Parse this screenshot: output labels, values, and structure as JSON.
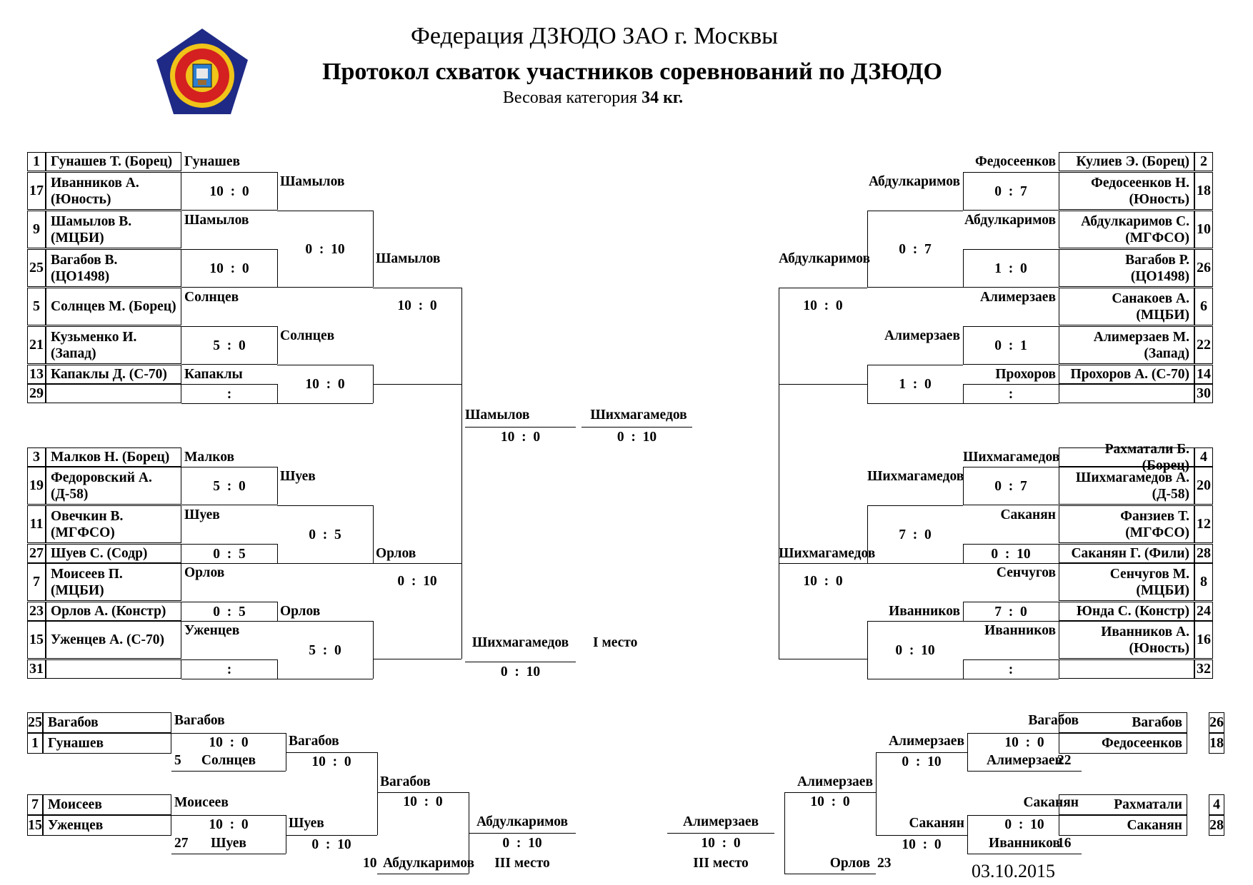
{
  "header": {
    "federation": "Федерация ДЗЮДО ЗАО г. Москвы",
    "title": "Протокол схваток участников соревнований по ДЗЮДО",
    "weight_prefix": "Весовая категория ",
    "weight_value": "34 кг."
  },
  "date": "03.10.2015",
  "left_pool_a": {
    "participants": [
      {
        "num": "1",
        "name": "Гунашев Т. (Борец)"
      },
      {
        "num": "17",
        "name": "Иванников А. (Юность)"
      },
      {
        "num": "9",
        "name": "Шамылов В. (МЦБИ)"
      },
      {
        "num": "25",
        "name": "Вагабов В. (ЦО1498)"
      },
      {
        "num": "5",
        "name": "Солнцев М. (Борец)"
      },
      {
        "num": "21",
        "name": "Кузьменко И. (Запад)"
      },
      {
        "num": "13",
        "name": "Капаклы Д. (С-70)"
      },
      {
        "num": "29",
        "name": ""
      }
    ],
    "r1": [
      {
        "winner": "Гунашев",
        "score": "10  :  0"
      },
      {
        "winner": "Шамылов",
        "score": "10  :  0"
      },
      {
        "winner": "Солнцев",
        "score": "5  :  0"
      },
      {
        "winner": "Капаклы",
        "score": ":"
      }
    ],
    "r2": [
      {
        "winner": "Шамылов",
        "score": "0  :  10"
      },
      {
        "winner": "Солнцев",
        "score": "10  :  0"
      }
    ],
    "r3": {
      "winner": "Шамылов",
      "score": "10  :  0"
    }
  },
  "left_pool_b": {
    "participants": [
      {
        "num": "3",
        "name": "Малков Н. (Борец)"
      },
      {
        "num": "19",
        "name": "Федоровский А. (Д-58)"
      },
      {
        "num": "11",
        "name": "Овечкин В. (МГФСО)"
      },
      {
        "num": "27",
        "name": "Шуев С. (Содр)"
      },
      {
        "num": "7",
        "name": "Моисеев П. (МЦБИ)"
      },
      {
        "num": "23",
        "name": "Орлов А. (Констр)"
      },
      {
        "num": "15",
        "name": "Уженцев А. (С-70)"
      },
      {
        "num": "31",
        "name": ""
      }
    ],
    "r1": [
      {
        "winner": "Малков",
        "score": "5  :  0"
      },
      {
        "winner": "Шуев",
        "score": "0  :  5"
      },
      {
        "winner": "Орлов",
        "score": "0  :  5"
      },
      {
        "winner": "Уженцев",
        "score": ":"
      }
    ],
    "r2": [
      {
        "winner": "Шуев",
        "score": "0  :  5"
      },
      {
        "winner": "Орлов",
        "score": "5  :  0"
      }
    ],
    "r3": {
      "winner": "Орлов",
      "score": "0  :  10"
    }
  },
  "right_pool_a": {
    "participants": [
      {
        "num": "2",
        "name": "Кулиев Э. (Борец)"
      },
      {
        "num": "18",
        "name": "Федосеенков Н. (Юность)"
      },
      {
        "num": "10",
        "name": "Абдулкаримов С. (МГФСО)"
      },
      {
        "num": "26",
        "name": "Вагабов Р. (ЦО1498)"
      },
      {
        "num": "6",
        "name": "Санакоев А. (МЦБИ)"
      },
      {
        "num": "22",
        "name": "Алимерзаев М. (Запад)"
      },
      {
        "num": "14",
        "name": "Прохоров А. (С-70)"
      },
      {
        "num": "30",
        "name": ""
      }
    ],
    "r1": [
      {
        "winner": "Федосеенков",
        "score": "0  :  7"
      },
      {
        "winner": "Абдулкаримов",
        "score": "1  :  0"
      },
      {
        "winner": "Алимерзаев",
        "score": "0  :  1"
      },
      {
        "winner": "Прохоров",
        "score": ":"
      }
    ],
    "r2": [
      {
        "winner": "Абдулкаримов",
        "score": "0  :  7"
      },
      {
        "winner": "Алимерзаев",
        "score": "1  :  0"
      }
    ],
    "r3": {
      "winner": "Абдулкаримов",
      "score": "10  :  0"
    }
  },
  "right_pool_b": {
    "participants": [
      {
        "num": "4",
        "name": "Рахматали Б. (Борец)"
      },
      {
        "num": "20",
        "name": "Шихмагамедов А. (Д-58)"
      },
      {
        "num": "12",
        "name": "Фанзиев Т. (МГФСО)"
      },
      {
        "num": "28",
        "name": "Саканян Г. (Фили)"
      },
      {
        "num": "8",
        "name": "Сенчугов М. (МЦБИ)"
      },
      {
        "num": "24",
        "name": "Юнда С. (Констр)"
      },
      {
        "num": "16",
        "name": "Иванников А. (Юность)"
      },
      {
        "num": "32",
        "name": ""
      }
    ],
    "r1": [
      {
        "winner": "Шихмагамедов",
        "score": "0  :  7"
      },
      {
        "winner": "Саканян",
        "score": "0  :  10"
      },
      {
        "winner": "Сенчугов",
        "score": "7  :  0"
      },
      {
        "winner": "Иванников",
        "score": ":"
      }
    ],
    "r2": [
      {
        "winner": "Шихмагамедов",
        "score": "7  :  0"
      },
      {
        "winner": "Иванников",
        "score": "0  :  10"
      }
    ],
    "r3": {
      "winner": "Шихмагамедов",
      "score": "10  :  0"
    }
  },
  "semifinal": {
    "left": {
      "winner": "Шамылов",
      "score": "10  :  0"
    },
    "right": {
      "winner": "Шихмагамедов",
      "score": "0  :  10"
    }
  },
  "final": {
    "winner": "Шихмагамедов",
    "score": "0  :  10",
    "place": "I место"
  },
  "repechage_left": {
    "a1": {
      "num": "25",
      "name": "Вагабов"
    },
    "a2": {
      "num": "1",
      "name": "Гунашев"
    },
    "a_win": "Вагабов",
    "a_score": "10  :  0",
    "a_opp": {
      "num": "5",
      "name": "Солнцев"
    },
    "a_win2": "Вагабов",
    "a_score2": "10  :  0",
    "b1": {
      "num": "7",
      "name": "Моисеев"
    },
    "b2": {
      "num": "15",
      "name": "Уженцев"
    },
    "b_win": "Моисеев",
    "b_score": "10  :  0",
    "b_opp": {
      "num": "27",
      "name": "Шуев"
    },
    "b_win2": "Шуев",
    "b_score2": "0  :  10",
    "semi_win": "Вагабов",
    "semi_score": "10  :  0",
    "loser": {
      "num": "10",
      "name": "Абдулкаримов"
    },
    "bronze_win": "Абдулкаримов",
    "bronze_score": "0  :  10",
    "place": "III место"
  },
  "repechage_right": {
    "a1": {
      "num": "26",
      "name": "Вагабов"
    },
    "a2": {
      "num": "18",
      "name": "Федосеенков"
    },
    "a_win": "Вагабов",
    "a_score": "10  :  0",
    "a_opp": {
      "num": "22",
      "name": "Алимерзаев"
    },
    "a_win2": "Алимерзаев",
    "a_score2": "0  :  10",
    "b1": {
      "num": "4",
      "name": "Рахматали"
    },
    "b2": {
      "num": "28",
      "name": "Саканян"
    },
    "b_win": "Саканян",
    "b_score": "0  :  10",
    "b_opp": {
      "num": "16",
      "name": "Иванников"
    },
    "b_win2": "Саканян",
    "b_score2": "10  :  0",
    "semi_win": "Алимерзаев",
    "semi_score": "10  :  0",
    "loser": {
      "num": "23",
      "name": "Орлов"
    },
    "bronze_win": "Алимерзаев",
    "bronze_score": "10  :  0",
    "place": "III место"
  },
  "colors": {
    "logo_outer": "#1f2a86",
    "logo_ring": "#f0c419",
    "logo_inner": "#d42020",
    "ink": "#000000"
  }
}
